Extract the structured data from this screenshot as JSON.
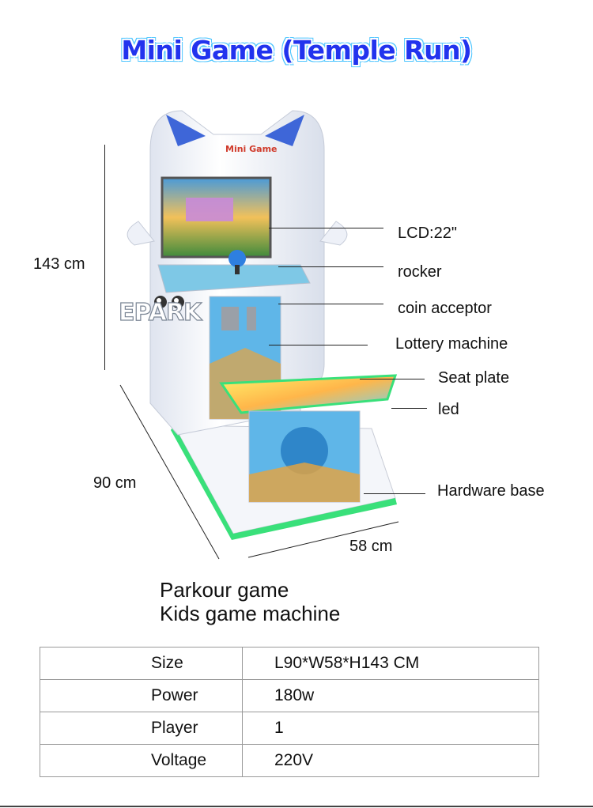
{
  "title": "Mini Game (Temple Run)",
  "machine": {
    "logo_text": "Mini Game",
    "brand": "EPARK"
  },
  "callouts": [
    {
      "label": "LCD:22\""
    },
    {
      "label": "rocker"
    },
    {
      "label": "coin acceptor"
    },
    {
      "label": "Lottery machine"
    },
    {
      "label": "Seat plate"
    },
    {
      "label": "led"
    },
    {
      "label": "Hardware base"
    }
  ],
  "dimensions": {
    "height": "143 cm",
    "depth": "90 cm",
    "width": "58 cm"
  },
  "description": {
    "line1": "Parkour game",
    "line2": "Kids game machine"
  },
  "specs": [
    {
      "key": "Size",
      "value": "L90*W58*H143 CM"
    },
    {
      "key": "Power",
      "value": "180w"
    },
    {
      "key": "Player",
      "value": "1"
    },
    {
      "key": "Voltage",
      "value": "220V"
    }
  ],
  "colors": {
    "title": "#2233ee",
    "title_glow": "#4fc6ff",
    "cabinet": "#eef1f8",
    "led": "#39e07a"
  }
}
